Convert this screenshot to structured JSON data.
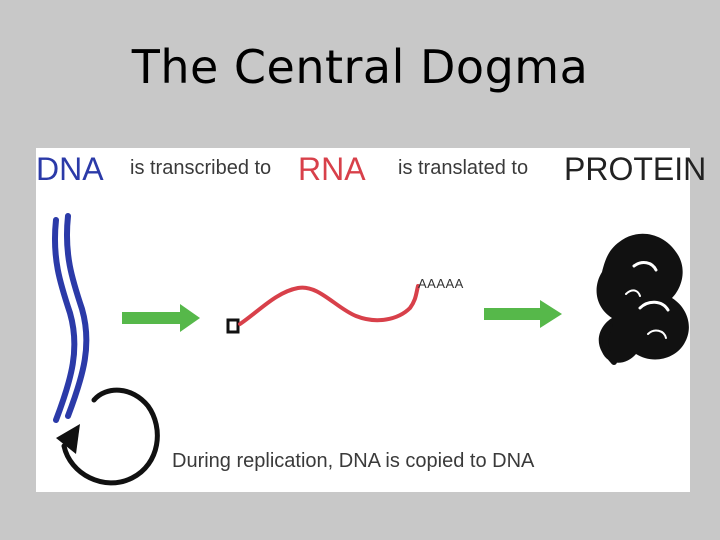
{
  "title": "The Central Dogma",
  "diagram": {
    "dna_label": "DNA",
    "transcribed_text": "is transcribed to",
    "rna_label": "RNA",
    "translated_text": "is translated to",
    "protein_label": "PROTEIN",
    "poly_a": "AAAAA",
    "replication_text": "During replication, DNA is copied to DNA",
    "colors": {
      "dna": "#2b3aa8",
      "rna": "#d8404a",
      "arrow": "#56b84a",
      "protein": "#111111"
    }
  }
}
